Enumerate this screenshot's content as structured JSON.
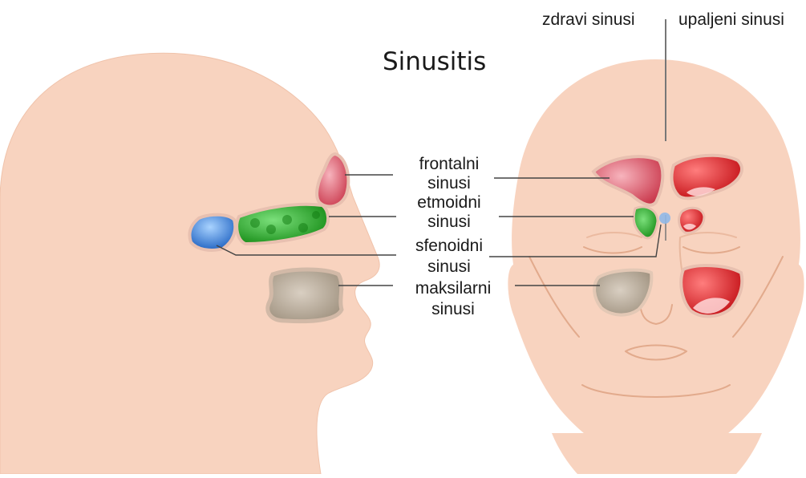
{
  "title": "Sinusitis",
  "legend": {
    "healthy": "zdravi sinusi",
    "inflamed": "upaljeni sinusi"
  },
  "labels": {
    "frontal": [
      "frontalni",
      "sinusi"
    ],
    "ethmoid": [
      "etmoidni",
      "sinusi"
    ],
    "sphenoid": [
      "sfenoidni",
      "sinusi"
    ],
    "maxillary": [
      "maksilarni",
      "sinusi"
    ]
  },
  "colors": {
    "skin": "#f8d3bf",
    "skin_line": "#e2aa8c",
    "frontal": "#e05a6a",
    "inflamed": "#d8161e",
    "ethmoid": "#1fa31f",
    "sphenoid": "#2b78d6",
    "maxillary": "#b9ab98",
    "leader_line": "#444444"
  }
}
